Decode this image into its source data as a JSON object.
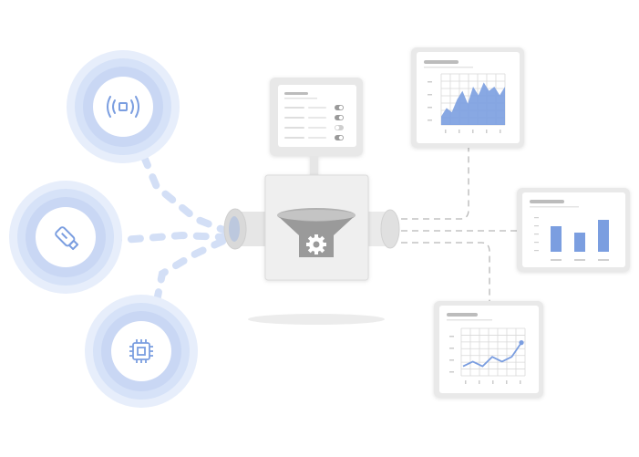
{
  "colors": {
    "accent": "#7b9ee0",
    "accent_light": "#c9d7f4",
    "accent_dash": "#d3dff6",
    "panel_gray": "#e8e8e8",
    "panel_border": "#d4d4d4",
    "white": "#ffffff",
    "line_gray": "#bcbcbc",
    "dark_gray": "#9a9a9a"
  },
  "sources": [
    {
      "name": "wireless-sensor",
      "icon": "broadcast-icon"
    },
    {
      "name": "usb-device",
      "icon": "usb-stick-icon"
    },
    {
      "name": "embedded-chip",
      "icon": "cpu-chip-icon"
    }
  ],
  "hub": {
    "settings_rows": 4,
    "toggle_states": [
      true,
      true,
      false,
      true
    ],
    "icon": "gear-icon"
  },
  "outputs": [
    {
      "name": "area-chart-card",
      "icon": "area-chart-icon"
    },
    {
      "name": "bar-chart-card",
      "icon": "bar-chart-icon"
    },
    {
      "name": "line-chart-card",
      "icon": "line-chart-icon"
    }
  ],
  "chart_data": [
    {
      "type": "area",
      "x": [
        0,
        1,
        2,
        3,
        4,
        5,
        6,
        7,
        8,
        9,
        10,
        11,
        12
      ],
      "values": [
        2,
        4,
        3,
        6,
        8,
        5,
        9,
        7,
        10,
        8,
        9,
        7,
        9
      ],
      "ylim": [
        0,
        12
      ],
      "grid": true
    },
    {
      "type": "bar",
      "categories": [
        "",
        "",
        ""
      ],
      "values": [
        4,
        3,
        5
      ],
      "ylim": [
        0,
        6
      ],
      "grid": false
    },
    {
      "type": "line",
      "x": [
        0,
        1,
        2,
        3,
        4,
        5,
        6
      ],
      "values": [
        2,
        3,
        2,
        4,
        3,
        4,
        7
      ],
      "ylim": [
        0,
        10
      ],
      "grid": true
    }
  ]
}
